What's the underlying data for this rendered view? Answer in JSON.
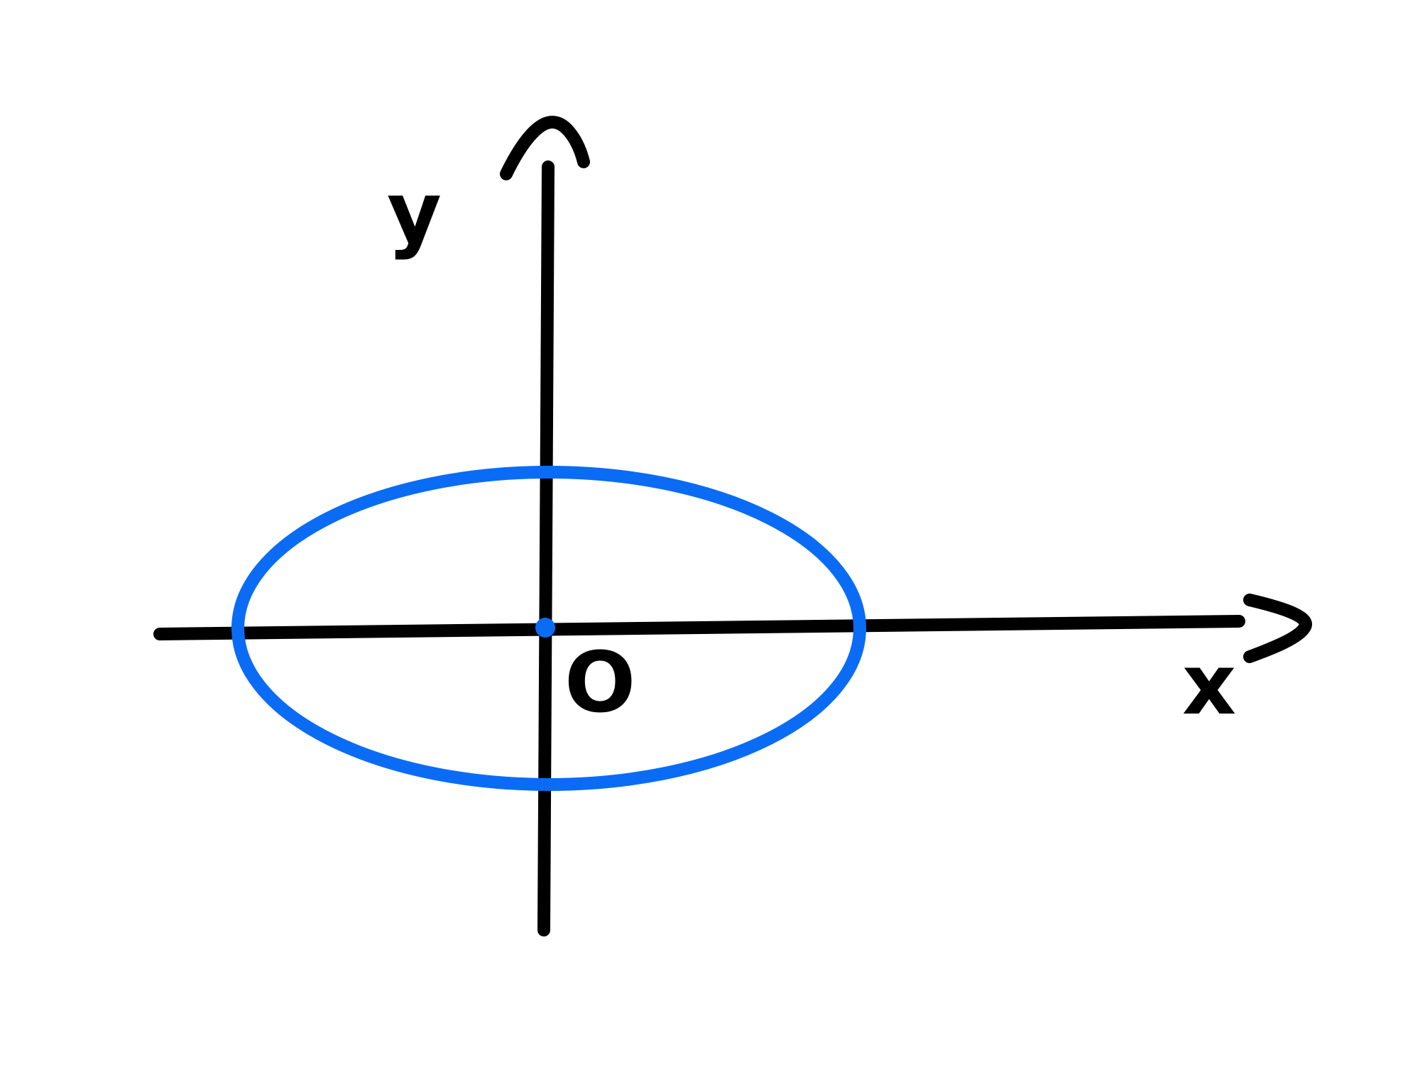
{
  "diagram": {
    "labels": {
      "y_axis": "y",
      "x_axis": "x",
      "origin": "O"
    },
    "colors": {
      "axis": "#000000",
      "ellipse": "#0a6cf5",
      "origin_point": "#0a6cf5",
      "background": "#ffffff"
    },
    "elements": [
      "x-axis-with-arrow",
      "y-axis-with-arrow",
      "ellipse-centered-at-origin",
      "origin-point"
    ]
  }
}
